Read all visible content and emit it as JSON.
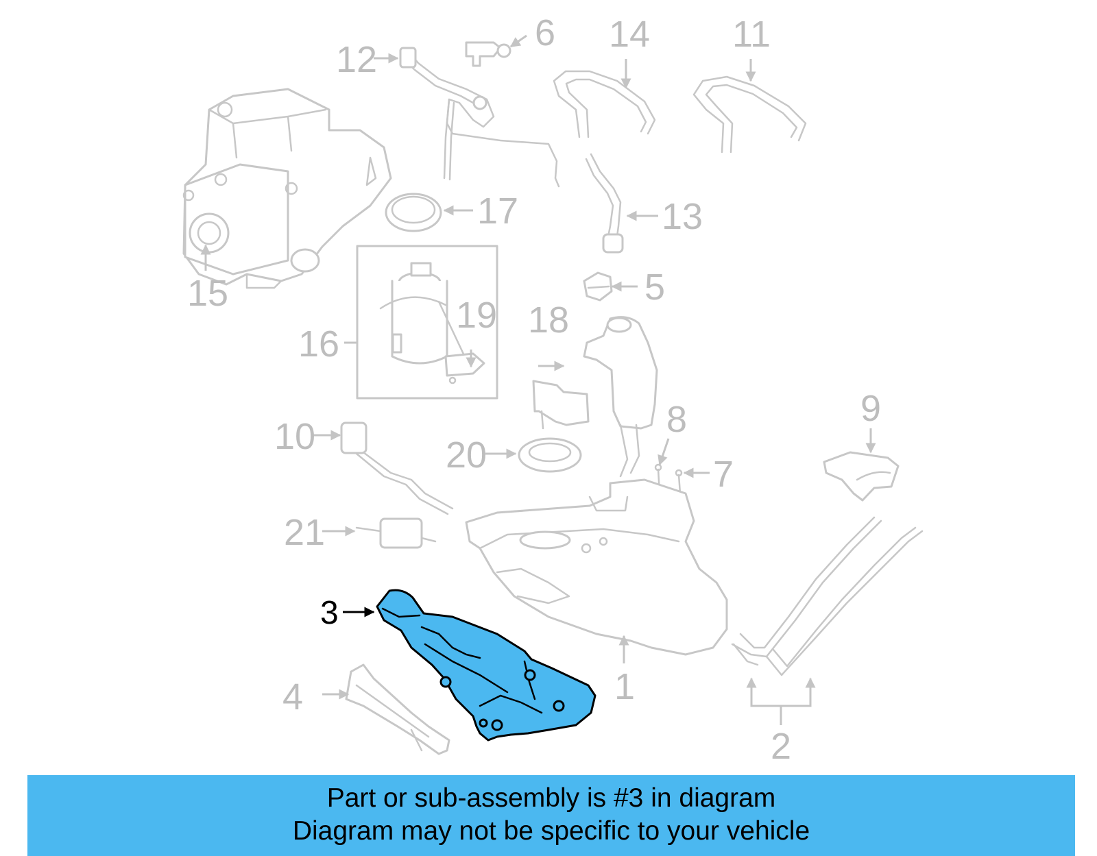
{
  "diagram": {
    "highlighted_part": "3",
    "callouts": [
      "1",
      "2",
      "3",
      "4",
      "5",
      "6",
      "7",
      "8",
      "9",
      "10",
      "11",
      "12",
      "13",
      "14",
      "15",
      "16",
      "17",
      "18",
      "19",
      "20",
      "21"
    ]
  },
  "caption": {
    "line1": "Part or sub-assembly is #3 in diagram",
    "line2": "Diagram may not be specific to your vehicle"
  },
  "colors": {
    "highlight": "#4bb8f0",
    "caption_background": "#4bb8f0",
    "part_outline": "#c7c7c7",
    "callout_text": "#bdbdbd"
  }
}
